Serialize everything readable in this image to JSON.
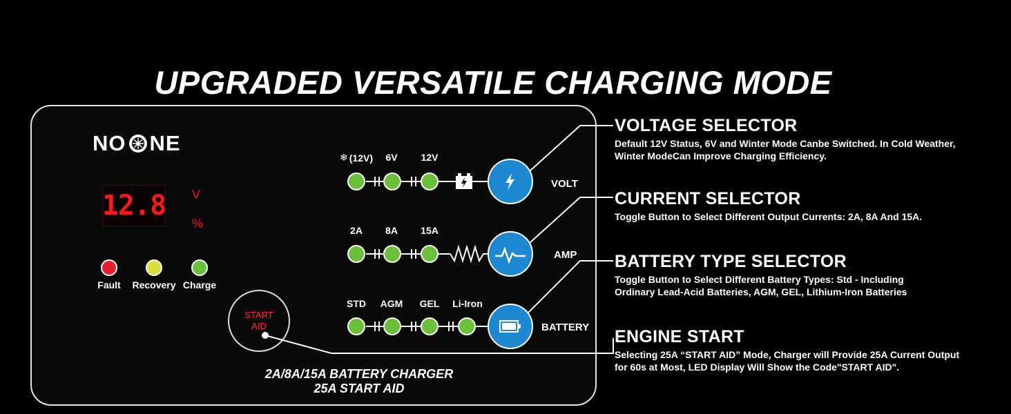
{
  "title": "UPGRADED VERSATILE CHARGING MODE",
  "panel": {
    "logo": {
      "left": "NO",
      "right": "NE"
    },
    "display": {
      "value": "12.8",
      "unit_v": "V",
      "unit_pct": "%"
    },
    "status_leds": [
      {
        "label": "Fault",
        "color": "#e0202a"
      },
      {
        "label": "Recovery",
        "color": "#d8e040"
      },
      {
        "label": "Charge",
        "color": "#6cbf3a"
      }
    ],
    "start_aid": {
      "line1": "START",
      "line2": "AID"
    },
    "volt": {
      "options": [
        "(12V)",
        "6V",
        "12V"
      ],
      "button": "VOLT"
    },
    "amp": {
      "options": [
        "2A",
        "8A",
        "15A"
      ],
      "button": "AMP"
    },
    "battery": {
      "options": [
        "STD",
        "AGM",
        "GEL",
        "Li-Iron"
      ],
      "button": "BATTERY"
    },
    "footer": {
      "line1": "2A/8A/15A BATTERY CHARGER",
      "line2": "25A START AID"
    }
  },
  "sections": [
    {
      "title": "VOLTAGE SELECTOR",
      "desc": "Default 12V Status, 6V and Winter Mode Canbe Switched. In Cold Weather, Winter ModeCan Improve Charging Efficiency."
    },
    {
      "title": "CURRENT SELECTOR",
      "desc": "Toggle Button to Select Different Output Currents: 2A, 8A And 15A."
    },
    {
      "title": "BATTERY TYPE SELECTOR",
      "desc": "Toggle Button to Select Different Battery Types: Std - Including Ordinary Lead-Acid Batteries, AGM, GEL, Lithium-Iron Batteries"
    },
    {
      "title": "ENGINE START",
      "desc": "Selecting 25A “START AID” Mode, Charger will Provide 25A Current Output for 60s at Most, LED Display Will Show the Code\"START AID\"."
    }
  ],
  "colors": {
    "accent_blue": "#1e88d0",
    "led_green": "#6cbf3a",
    "display_red": "#ff1a1a"
  }
}
